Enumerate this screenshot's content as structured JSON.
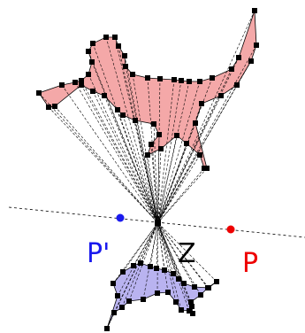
{
  "labels": {
    "p_prime": "P'",
    "z": "Z",
    "p": "P"
  },
  "colors": {
    "original_fill": "#f4a8a8",
    "image_fill": "#b9b3f0",
    "point_p": "#ee0000",
    "point_p_prime": "#1a1aee",
    "vertex": "#000000",
    "line": "#000000"
  }
}
